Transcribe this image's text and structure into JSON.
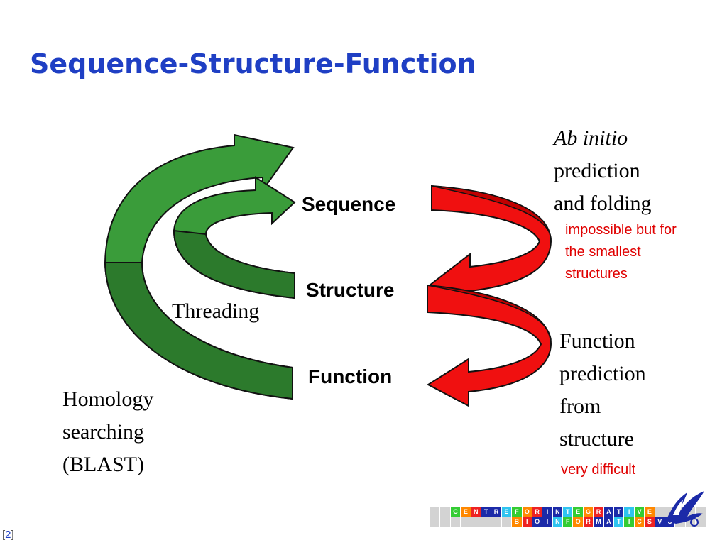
{
  "title": "Sequence-Structure-Function",
  "nodes": {
    "sequence": "Sequence",
    "structure": "Structure",
    "function": "Function"
  },
  "left_labels": {
    "threading": "Threading",
    "homology": [
      "Homology",
      "searching",
      "(BLAST)"
    ]
  },
  "right_labels": {
    "ab_initio_italic": "Ab initio",
    "ab_initio_rest": [
      "prediction",
      "and folding"
    ],
    "ab_initio_note": [
      "impossible but for",
      "the smallest",
      "structures"
    ],
    "function_pred": [
      "Function",
      "prediction",
      "from",
      "structure"
    ],
    "function_note": "very difficult"
  },
  "colors": {
    "green_fill": "#3a9c3a",
    "green_dark": "#2c7a2c",
    "red_fill": "#f01010",
    "red_dark": "#c00000",
    "title": "#1f3fc4",
    "note": "#e00000"
  },
  "logo": {
    "row1": [
      "",
      "",
      "C",
      "E",
      "N",
      "T",
      "R",
      "E",
      "F",
      "O",
      "R",
      "I",
      "N",
      "T",
      "E",
      "G",
      "R",
      "A",
      "T",
      "I",
      "V",
      "E",
      "",
      "",
      "",
      "",
      ""
    ],
    "row2": [
      "",
      "",
      "",
      "",
      "",
      "",
      "",
      "",
      "B",
      "I",
      "O",
      "I",
      "N",
      "F",
      "O",
      "R",
      "M",
      "A",
      "T",
      "I",
      "C",
      "S",
      "V",
      "U",
      "",
      "",
      ""
    ],
    "emblem": "griffin-logo"
  },
  "page_number": "2"
}
